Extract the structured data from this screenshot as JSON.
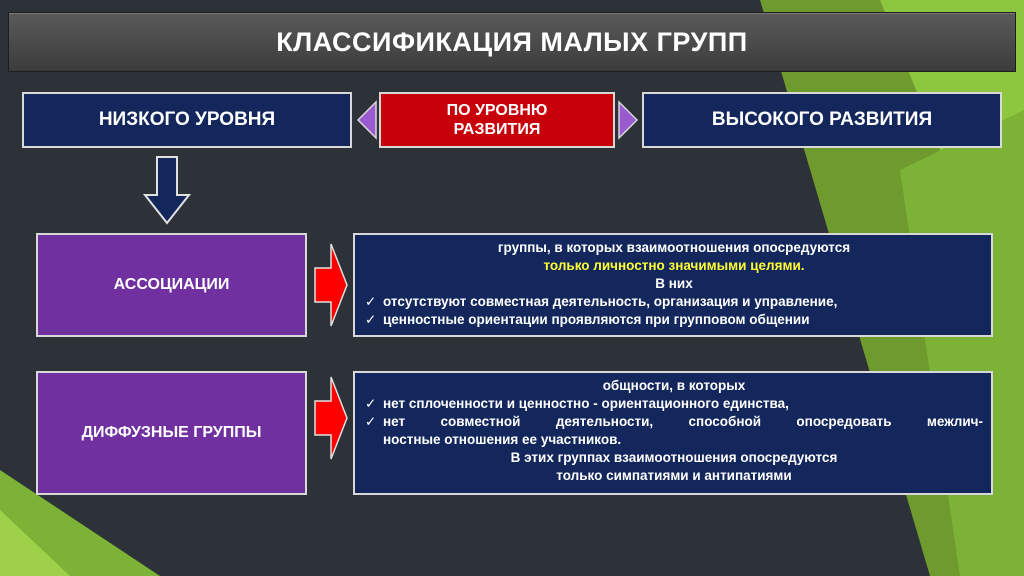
{
  "title": "КЛАССИФИКАЦИЯ МАЛЫХ ГРУПП",
  "top_row": {
    "left": "НИЗКОГО УРОВНЯ",
    "center_line1": "ПО УРОВНЮ",
    "center_line2": "РАЗВИТИЯ",
    "right": "ВЫСОКОГО РАЗВИТИЯ"
  },
  "associations": {
    "label": "АССОЦИАЦИИ",
    "line1": "группы, в которых взаимоотношения опосредуются",
    "line2_highlight": "только личностно значимыми целями.",
    "line3": "В них",
    "bullet_mark": "✓",
    "bullets": [
      "отсутствуют совместная деятельность, организация и управление,",
      "ценностные ориентации проявляются при групповом общении"
    ]
  },
  "diffuse": {
    "label": "ДИФФУЗНЫЕ ГРУППЫ",
    "line1": "общности, в которых",
    "bullet_mark": "✓",
    "bullet1": "нет сплоченности и ценностно - ориентационного единства,",
    "bullet2_line1": "нет совместной деятельности, способной опосредовать межлич-",
    "bullet2_line2": "ностные отношения ее участников.",
    "footer_line1": "В этих группах взаимоотношения опосредуются",
    "footer_line2": "только симпатиями и антипатиями"
  },
  "colors": {
    "navy": "#13275c",
    "red": "#c8000a",
    "purple": "#7030a0",
    "highlight": "#ffff33",
    "green": "#8dc63f"
  }
}
